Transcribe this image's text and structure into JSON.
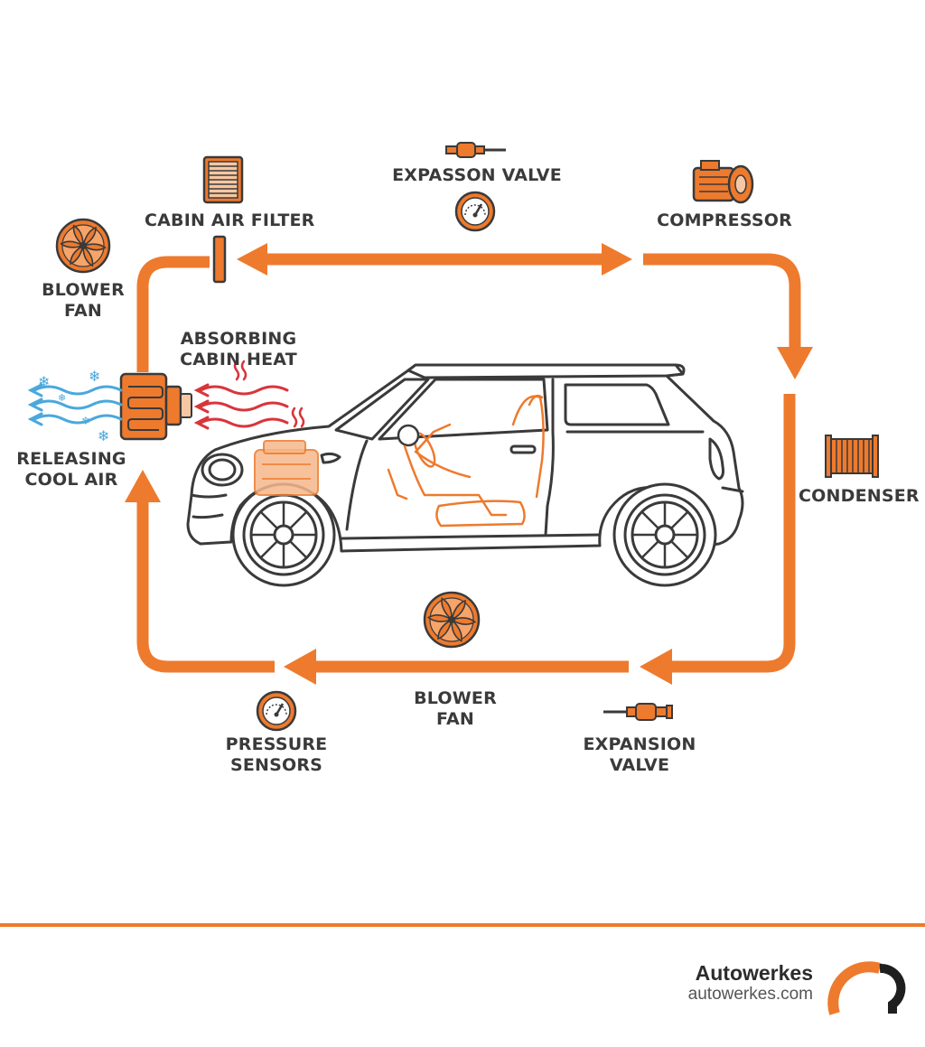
{
  "labels": {
    "cabin_air_filter": "CABIN AIR FILTER",
    "expansion_valve_top": "EXPASSON VALVE",
    "compressor": "COMPRESSOR",
    "blower_fan_left": [
      "BLOWER",
      "FAN"
    ],
    "absorbing_cabin_heat": [
      "ABSORBING",
      "CABIN HEAT"
    ],
    "releasing_cool_air": [
      "RELEASING",
      "COOL AIR"
    ],
    "condenser": "CONDENSER",
    "blower_fan_bottom": [
      "BLOWER",
      "FAN"
    ],
    "pressure_sensors": [
      "PRESSURE",
      "SENSORS"
    ],
    "expansion_valve_bottom": [
      "EXPANSION",
      "VALVE"
    ]
  },
  "brand": {
    "name": "Autowerkes",
    "url": "autowerkes.com"
  },
  "colors": {
    "accent": "#ee7a2d",
    "outline": "#3a3a3a",
    "cool_air": "#4aa8dc",
    "heat": "#d8353b",
    "fill_light": "#f6c7a2"
  },
  "icons": [
    "filter-icon",
    "valve-icon",
    "gauge-icon",
    "compressor-icon",
    "fan-icon",
    "condenser-icon",
    "evaporator-icon",
    "snowflake-icon",
    "car-icon"
  ]
}
